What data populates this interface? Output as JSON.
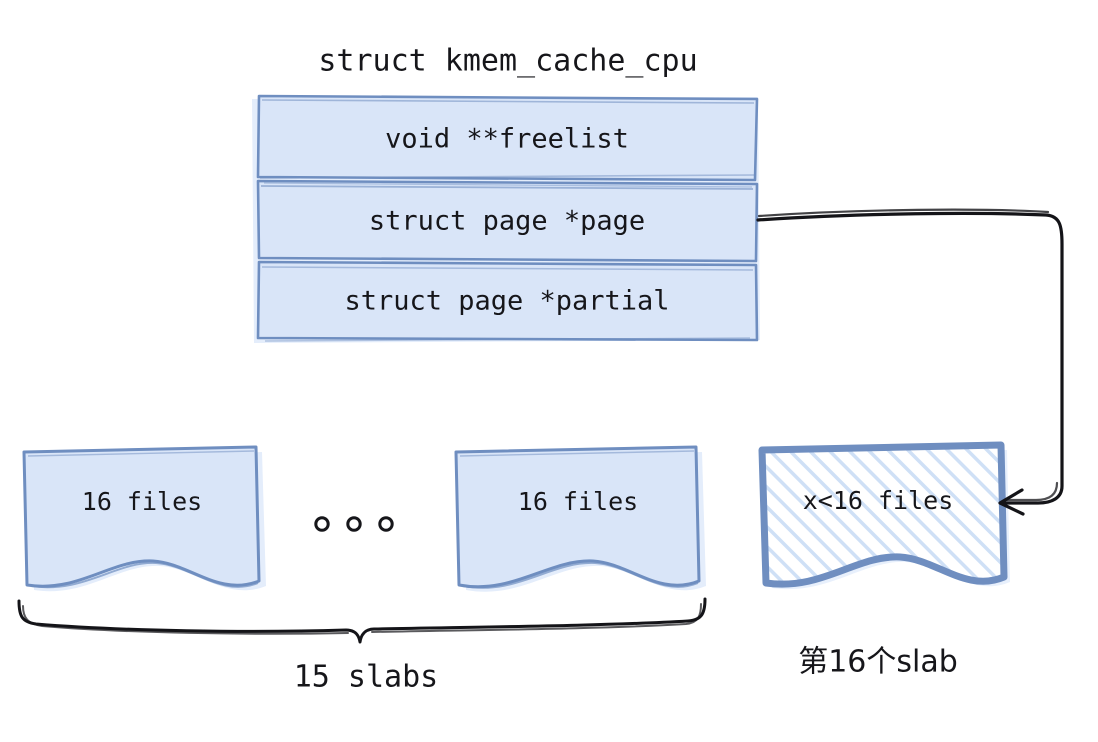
{
  "diagram": {
    "title": "struct kmem_cache_cpu",
    "palette": {
      "fill": "#d9e5f8",
      "stroke": "#6f8ec0",
      "stroke_strong": "#6f8ec0",
      "ink": "#16161a",
      "shadow": "#e4edfb",
      "hatch": "#cfe0f6",
      "background": "#ffffff"
    },
    "struct_fields": [
      {
        "label": "void **freelist",
        "name": "freelist-row"
      },
      {
        "label": "struct page *page",
        "name": "page-row"
      },
      {
        "label": "struct page *partial",
        "name": "partial-row"
      }
    ],
    "slabs": [
      {
        "label": "16 files",
        "name": "slab-first",
        "style": "plain"
      },
      {
        "label": "16 files",
        "name": "slab-last",
        "style": "plain"
      },
      {
        "label": "x<16 files",
        "name": "slab-active",
        "style": "hatched"
      }
    ],
    "ellipsis": "o o o",
    "brace_caption": "15 slabs",
    "active_slab_caption": "第16个slab",
    "connector": {
      "from": "page-row",
      "to": "slab-active",
      "arrowhead": "open-left"
    }
  }
}
